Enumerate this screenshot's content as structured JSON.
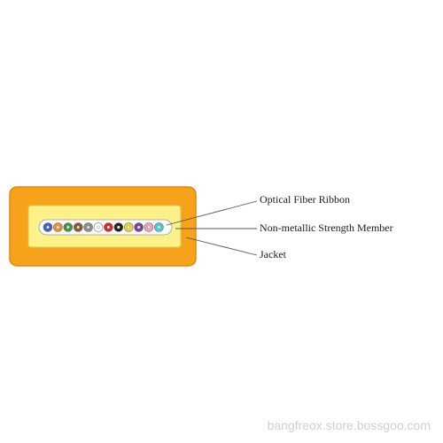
{
  "labels": {
    "ribbon": "Optical Fiber Ribbon",
    "strength": "Non-metallic Strength Member",
    "jacket": "Jacket"
  },
  "watermark": "bangfreox.store.bossgoo.com",
  "colors": {
    "jacket": "#f7a21b",
    "jacket_border": "#e08a12",
    "strength_member": "#fdf28a",
    "ribbon_fill": "#ffffff",
    "leader_line": "#555555"
  },
  "fibers": [
    {
      "name": "blue",
      "color": "#3b62c4"
    },
    {
      "name": "orange",
      "color": "#f28c28"
    },
    {
      "name": "green",
      "color": "#3f9a3c"
    },
    {
      "name": "brown",
      "color": "#8a5a2b"
    },
    {
      "name": "slate",
      "color": "#8c8c8c"
    },
    {
      "name": "white",
      "color": "#ffffff"
    },
    {
      "name": "red",
      "color": "#d62828"
    },
    {
      "name": "black",
      "color": "#222222"
    },
    {
      "name": "yellow",
      "color": "#f2d32b"
    },
    {
      "name": "violet",
      "color": "#7a3fa0"
    },
    {
      "name": "rose",
      "color": "#f2a0b8"
    },
    {
      "name": "aqua",
      "color": "#48c8d8"
    }
  ]
}
